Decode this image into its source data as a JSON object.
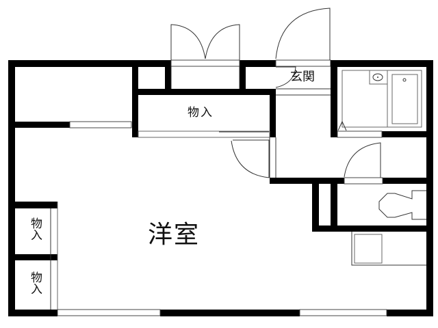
{
  "floor_plan": {
    "rooms": {
      "western_room": {
        "label": "洋室"
      },
      "closet_top": {
        "label": "物入"
      },
      "entrance": {
        "label": "玄関"
      },
      "closet_left_1": {
        "label": "物入"
      },
      "closet_left_2": {
        "label": "物入"
      }
    },
    "fixtures": [
      "bathtub",
      "washbasin",
      "toilet",
      "washing-machine-pan"
    ],
    "colors": {
      "wall": "#000000",
      "line": "#333333",
      "background": "#ffffff"
    }
  }
}
